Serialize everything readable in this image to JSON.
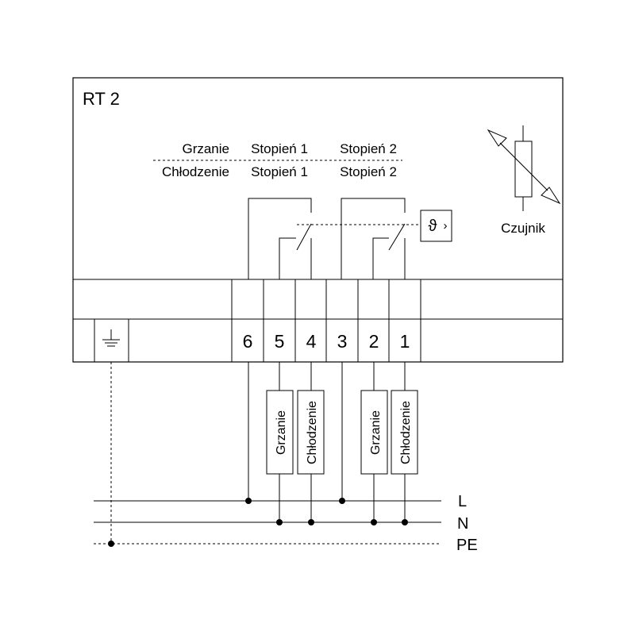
{
  "device": {
    "title": "RT 2"
  },
  "header": {
    "row1": {
      "mode": "Grzanie",
      "stage1": "Stopień 1",
      "stage2": "Stopień 2"
    },
    "row2": {
      "mode": "Chłodzenie",
      "stage1": "Stopień 1",
      "stage2": "Stopień 2"
    }
  },
  "controller_symbol": "ϑ",
  "controller_arrow": "›",
  "sensor": {
    "label": "Czujnik"
  },
  "terminals": [
    "6",
    "5",
    "4",
    "3",
    "2",
    "1"
  ],
  "loads": [
    {
      "label": "Grzanie"
    },
    {
      "label": "Chłodzenie"
    },
    {
      "label": "Grzanie"
    },
    {
      "label": "Chłodzenie"
    }
  ],
  "lines": {
    "l": "L",
    "n": "N",
    "pe": "PE"
  }
}
